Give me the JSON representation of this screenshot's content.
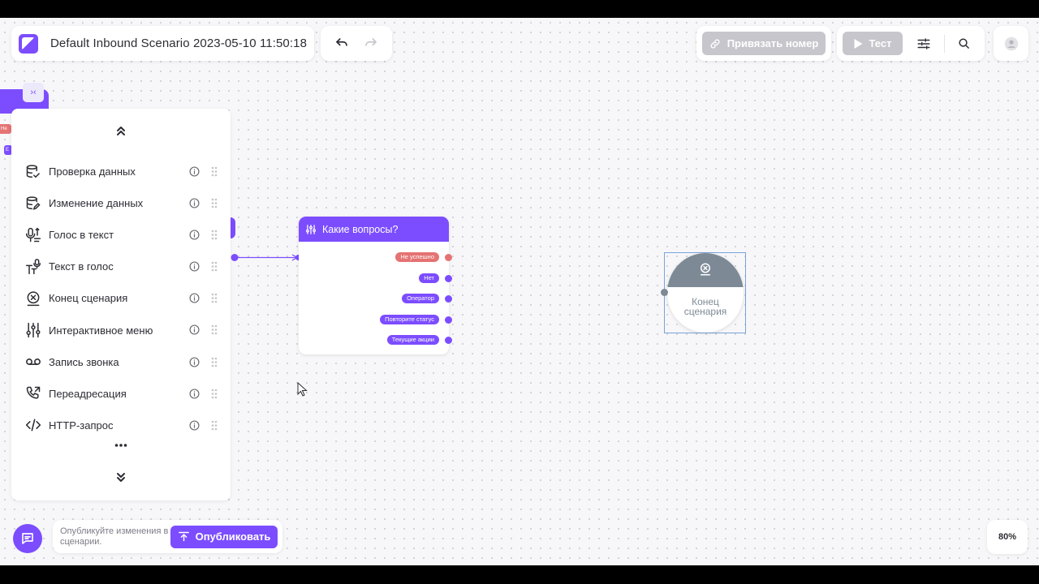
{
  "header": {
    "scenario_title": "Default Inbound Scenario 2023-05-10 11:50:18",
    "bind_number_label": "Привязать номер",
    "test_label": "Тест"
  },
  "left_stub": {
    "collapse_label": "›‹",
    "badge_red": "Не",
    "badge_purple": "Е"
  },
  "palette": {
    "items": [
      {
        "label": "Проверка данных",
        "icon": "database-check-icon"
      },
      {
        "label": "Изменение данных",
        "icon": "database-edit-icon"
      },
      {
        "label": "Голос в текст",
        "icon": "microphone-text-icon"
      },
      {
        "label": "Текст в голос",
        "icon": "text-voice-icon"
      },
      {
        "label": "Конец сценария",
        "icon": "end-scenario-icon"
      },
      {
        "label": "Интерактивное меню",
        "icon": "sliders-icon"
      },
      {
        "label": "Запись звонка",
        "icon": "voicemail-icon"
      },
      {
        "label": "Переадресация",
        "icon": "phone-forward-icon"
      },
      {
        "label": "HTTP-запрос",
        "icon": "code-icon"
      }
    ],
    "more_label": "•••"
  },
  "menu_node": {
    "title": "Какие вопросы?",
    "outputs": [
      {
        "label": "Не успешно",
        "color": "#e57373"
      },
      {
        "label": "Нет",
        "color": "#7c4dff"
      },
      {
        "label": "Оператор",
        "color": "#7c4dff"
      },
      {
        "label": "Повторите статус",
        "color": "#7c4dff"
      },
      {
        "label": "Текущие акции",
        "color": "#7c4dff"
      }
    ]
  },
  "end_node": {
    "label_line1": "Конец",
    "label_line2": "сценария"
  },
  "footer": {
    "publish_hint": "Опубликуйте изменения в сценарии.",
    "publish_label": "Опубликовать",
    "zoom": "80%"
  },
  "colors": {
    "accent": "#7c4dff",
    "error": "#e57373",
    "end_node": "#7d8a96",
    "disabled_button": "#c6c6cc"
  }
}
